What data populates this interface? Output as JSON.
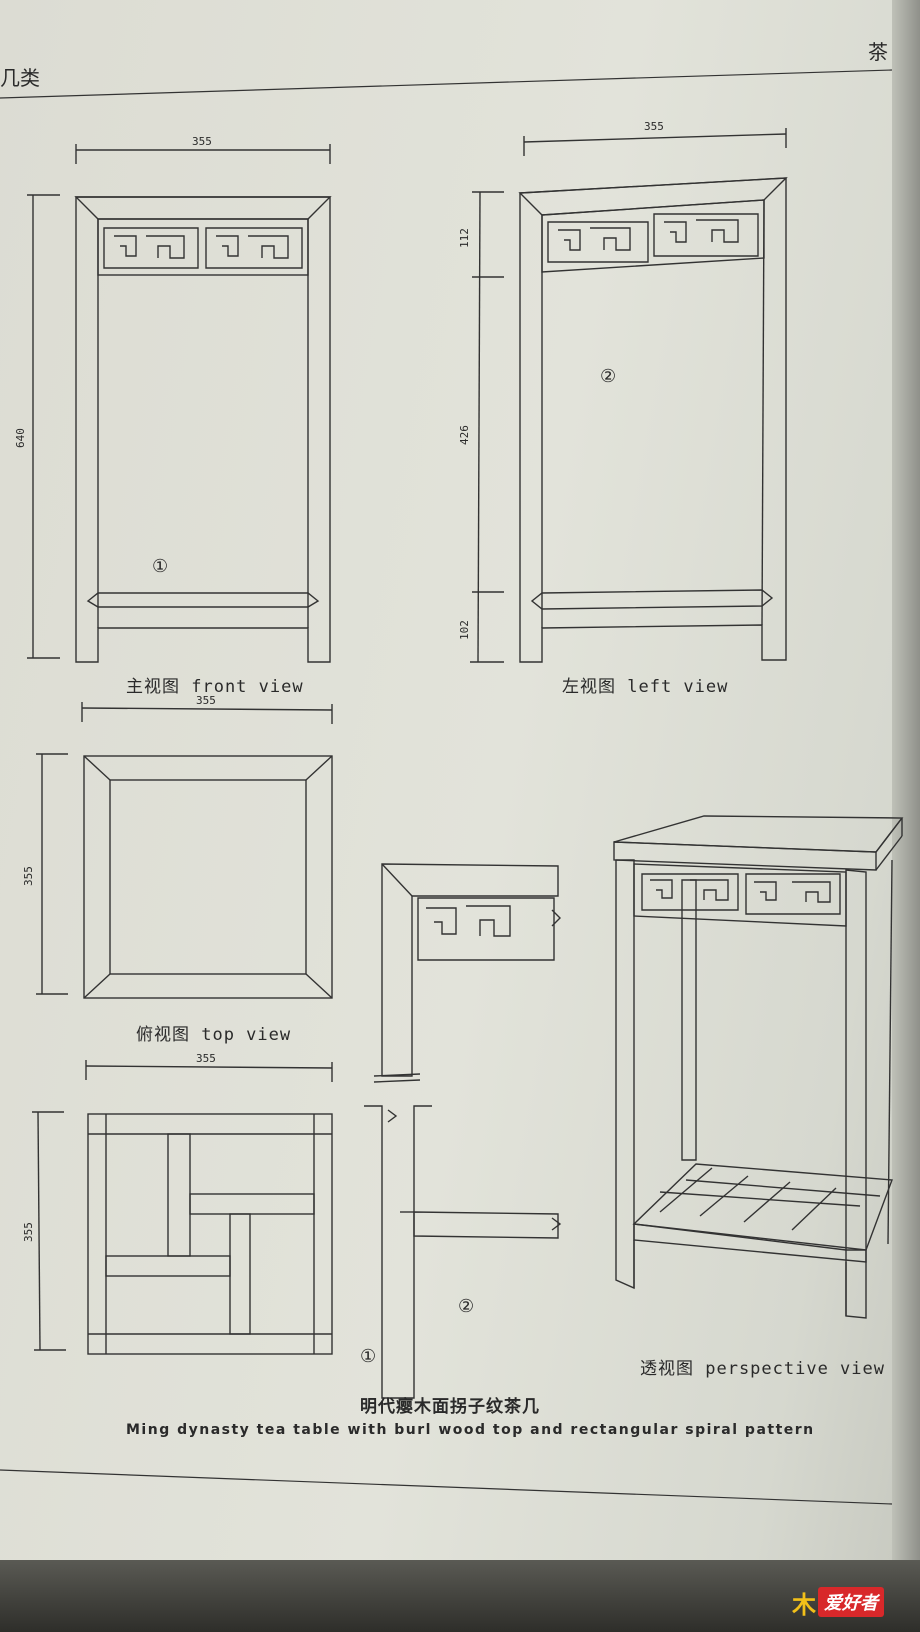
{
  "header": {
    "left_label": "几类",
    "right_label": "茶"
  },
  "dimensions": {
    "front_width": "355",
    "front_height": "640",
    "left_width": "355",
    "left_apron": "112",
    "left_middle": "426",
    "left_bottom": "102",
    "top_width": "355",
    "top_depth": "355",
    "bottom_width": "355",
    "bottom_depth": "355"
  },
  "views": {
    "front": "主视图  front view",
    "left": "左视图  left view",
    "top": "俯视图  top view",
    "perspective": "透视图 perspective view"
  },
  "markers": {
    "one": "①",
    "two": "②"
  },
  "title": {
    "cn": "明代瘿木面拐子纹茶几",
    "en": "Ming dynasty tea table with burl wood top and rectangular spiral pattern"
  },
  "watermark": {
    "mark": "木",
    "text": "爱好者"
  }
}
